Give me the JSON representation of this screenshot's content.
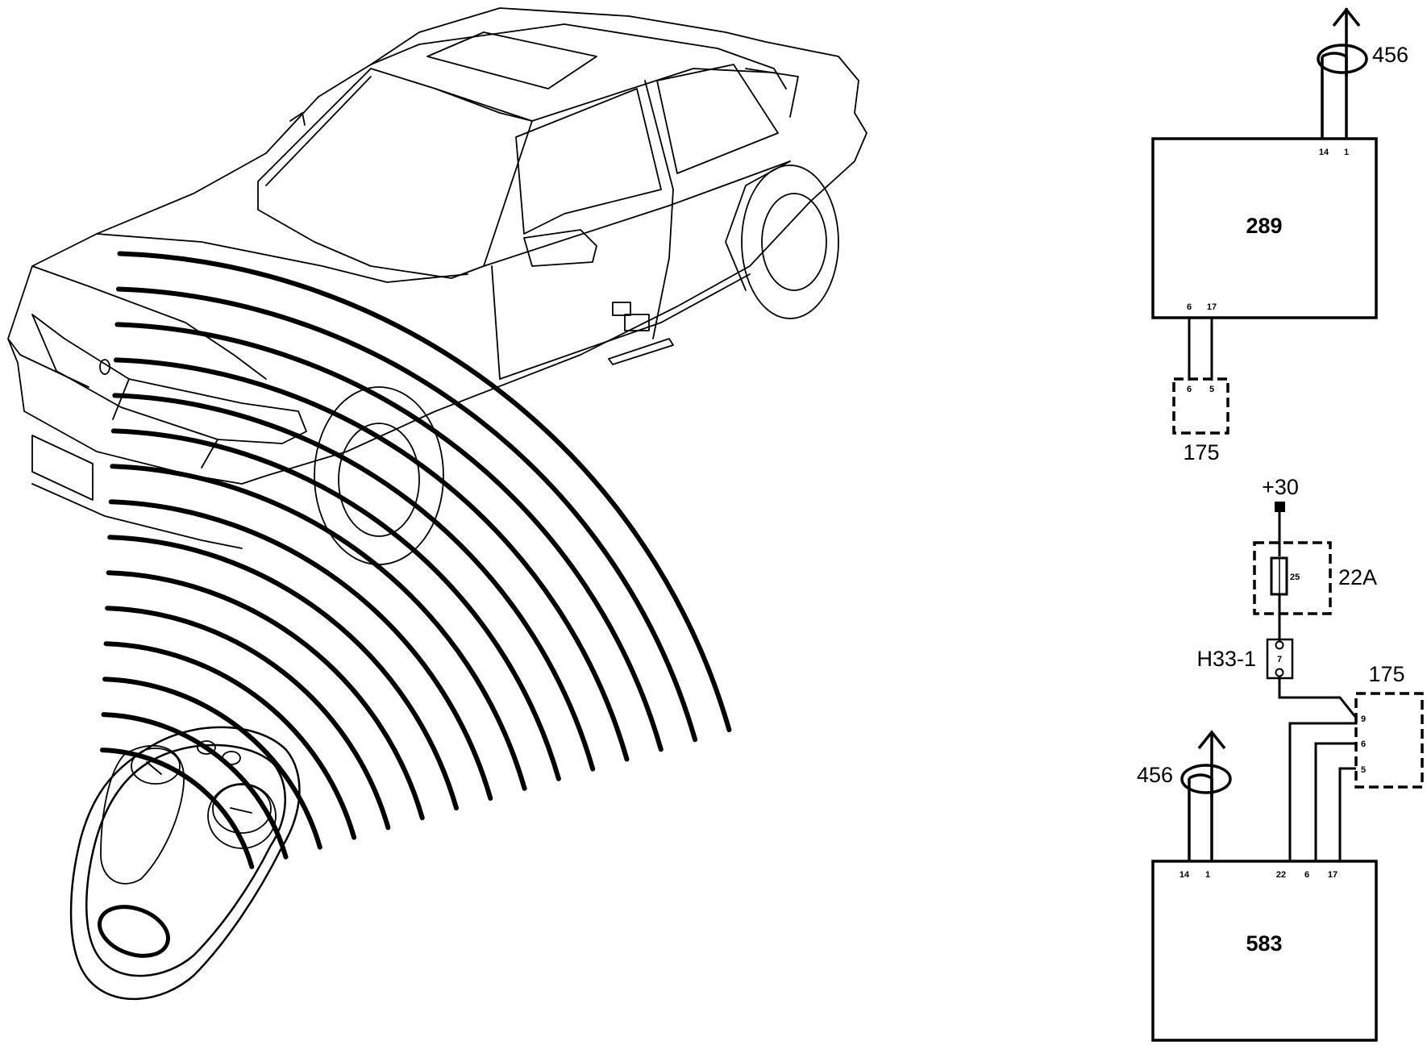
{
  "components": {
    "module_top": {
      "id": "289",
      "pins_top": [
        "14",
        "1"
      ],
      "pins_bottom": [
        "6",
        "17"
      ]
    },
    "module_bottom": {
      "id": "583",
      "pins_top": [
        "14",
        "1",
        "22",
        "6",
        "17"
      ]
    },
    "connector_top": {
      "id": "175",
      "pins": [
        "6",
        "5"
      ]
    },
    "connector_bottom": {
      "id": "175",
      "pins": [
        "9",
        "6",
        "5"
      ]
    },
    "bus_top": {
      "id": "456"
    },
    "bus_bottom": {
      "id": "456"
    },
    "supply": {
      "label": "+30"
    },
    "fuse_box": {
      "id": "22A",
      "fuse": "25"
    },
    "connector_h33": {
      "id": "H33-1",
      "pin": "7"
    }
  }
}
